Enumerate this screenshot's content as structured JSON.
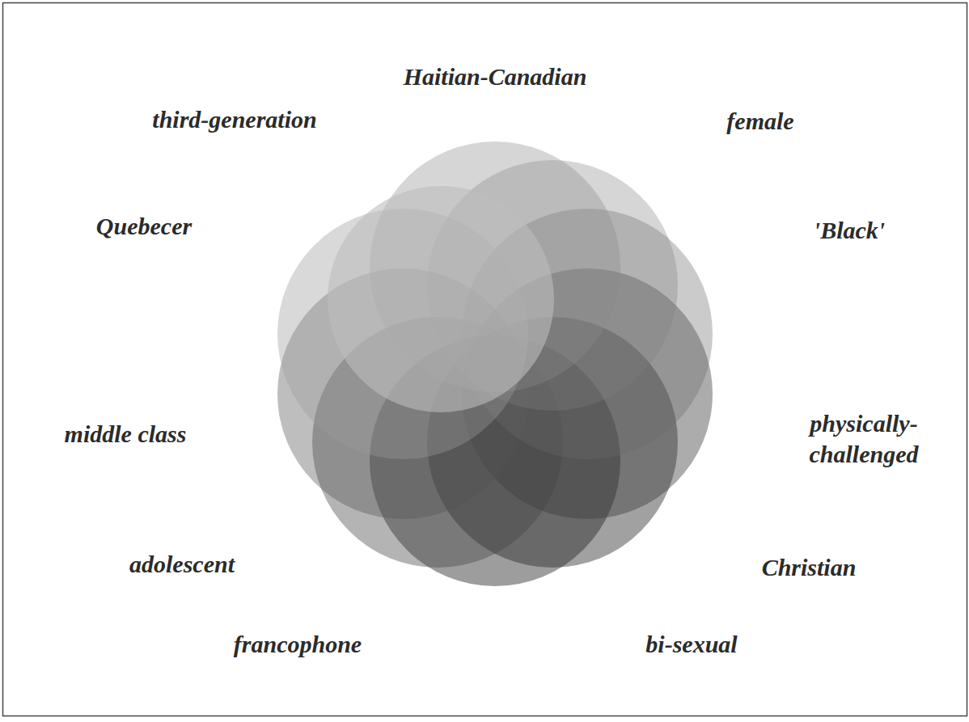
{
  "diagram": {
    "labels": [
      "Haitian-Canadian",
      "third-generation",
      "female",
      "Quebecer",
      "'Black'",
      "middle class",
      "physically-challenged",
      "adolescent",
      "Christian",
      "francophone",
      "bi-sexual"
    ]
  }
}
